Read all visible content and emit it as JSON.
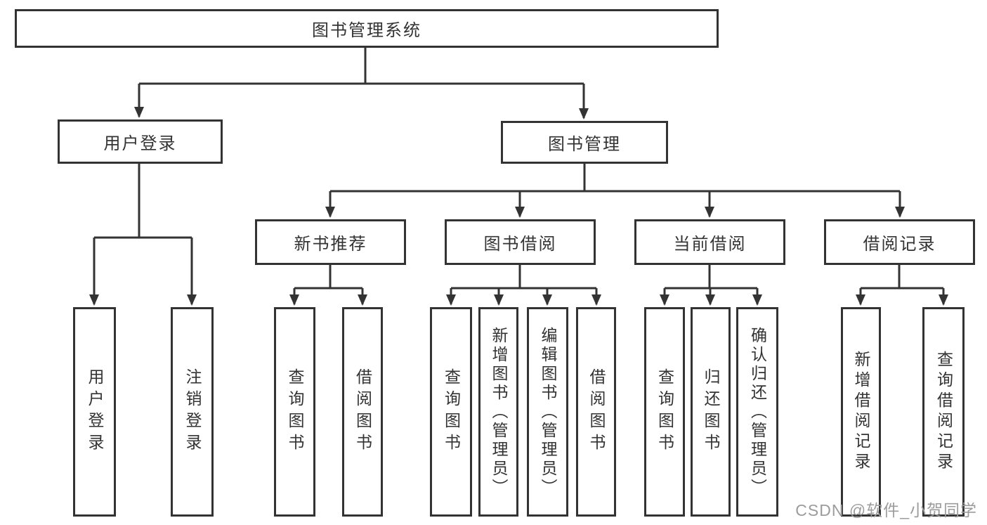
{
  "diagram": {
    "root": {
      "label": "图书管理系统",
      "children": [
        {
          "label": "用户登录",
          "children": [
            {
              "label": "用户登录"
            },
            {
              "label": "注销登录"
            }
          ]
        },
        {
          "label": "图书管理",
          "children": [
            {
              "label": "新书推荐",
              "children": [
                {
                  "label": "查询图书"
                },
                {
                  "label": "借阅图书"
                }
              ]
            },
            {
              "label": "图书借阅",
              "children": [
                {
                  "label": "查询图书"
                },
                {
                  "label": "新增图书（管理员）"
                },
                {
                  "label": "编辑图书（管理员）"
                },
                {
                  "label": "借阅图书"
                }
              ]
            },
            {
              "label": "当前借阅",
              "children": [
                {
                  "label": "查询图书"
                },
                {
                  "label": "归还图书"
                },
                {
                  "label": "确认归还（管理员）"
                }
              ]
            },
            {
              "label": "借阅记录",
              "children": [
                {
                  "label": "新增借阅记录"
                },
                {
                  "label": "查询借阅记录"
                }
              ]
            }
          ]
        }
      ]
    },
    "colors": {
      "line": "#333333",
      "box_border": "#333333",
      "text": "#333333",
      "watermark": "#9c9c9c",
      "background": "#ffffff"
    }
  },
  "watermark": {
    "text": "CSDN @软件_小贺同学"
  }
}
